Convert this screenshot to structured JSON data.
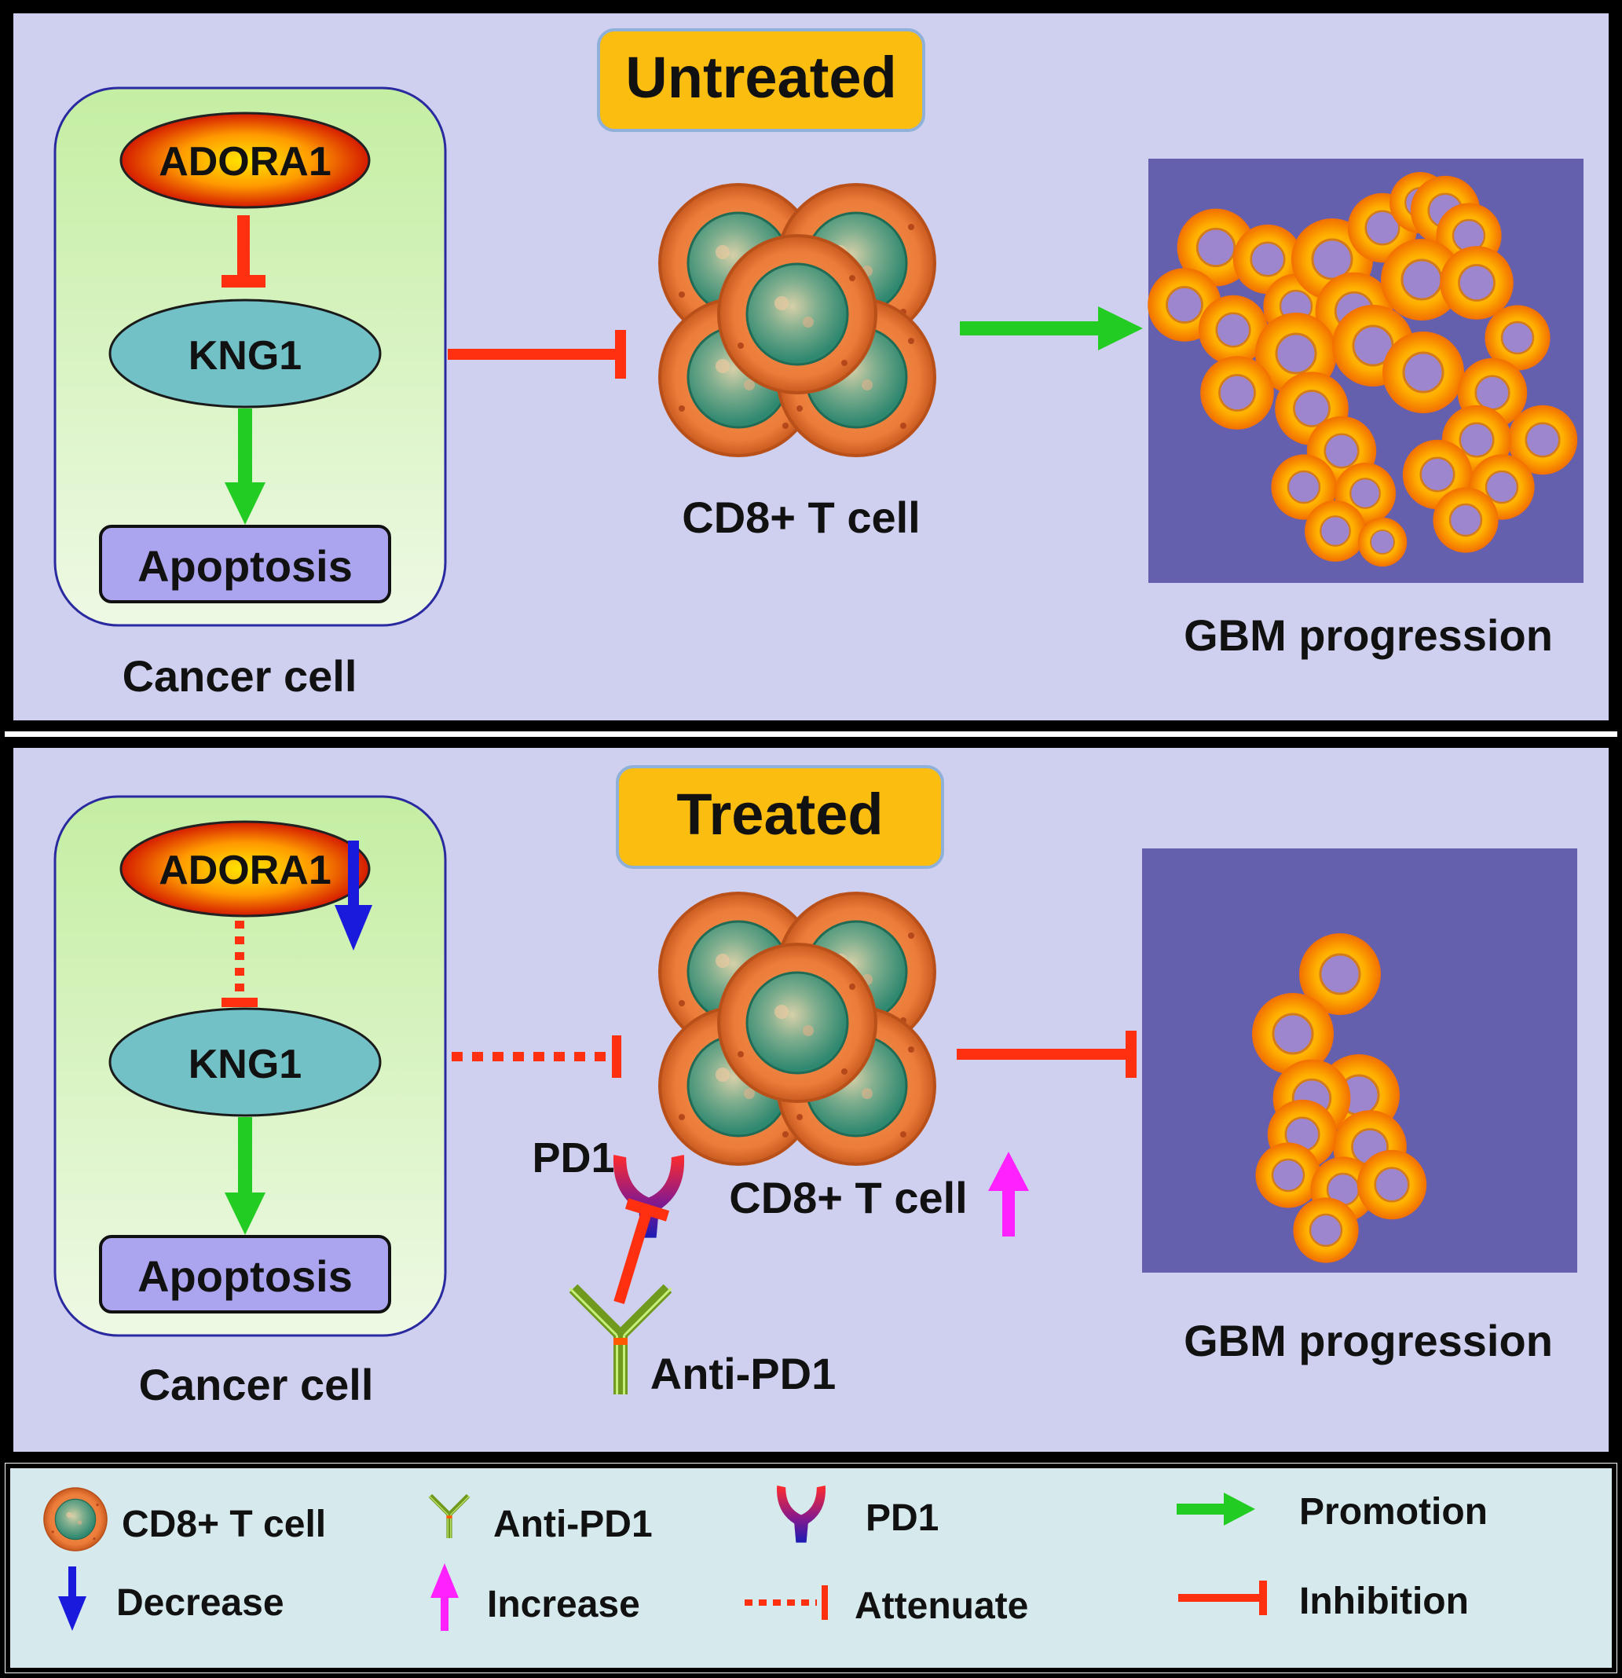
{
  "colors": {
    "panel_bg": "#cfd0ef",
    "legend_bg": "#d6e9ec",
    "frame": "#000000",
    "cell_box_fill_top": "#c4eea2",
    "cell_box_fill_bottom": "#eef9e4",
    "cell_box_stroke": "#2a2aa0",
    "badge_fill": "#fbbd10",
    "badge_stroke": "#8fb0d8",
    "kng1_fill": "#72c1c6",
    "apoptosis_fill": "#aaa5ee",
    "tissue_bg": "#6560ad",
    "promotion": "#22cc22",
    "inhibition": "#ff3010",
    "decrease": "#1a1add",
    "increase": "#ff22ff",
    "tumor_outer": "#ff9a00",
    "tumor_core": "#9e86cf"
  },
  "icons": {
    "t_cell": "t-cell-cluster-icon",
    "antibody": "antibody-y-icon",
    "receptor": "pd1-receptor-icon",
    "tumor": "tumor-cell-icon"
  },
  "panels": {
    "untreated": {
      "badge": "Untreated",
      "adora1": "ADORA1",
      "kng1": "KNG1",
      "apoptosis": "Apoptosis",
      "cancer_cell": "Cancer cell",
      "t_cell": "CD8+ T cell",
      "gbm": "GBM progression"
    },
    "treated": {
      "badge": "Treated",
      "adora1": "ADORA1",
      "kng1": "KNG1",
      "apoptosis": "Apoptosis",
      "cancer_cell": "Cancer cell",
      "t_cell": "CD8+ T cell",
      "pd1": "PD1",
      "anti_pd1": "Anti-PD1",
      "gbm": "GBM progression"
    }
  },
  "legend": {
    "t_cell": "CD8+ T cell",
    "anti_pd1": "Anti-PD1",
    "pd1": "PD1",
    "promotion": "Promotion",
    "decrease": "Decrease",
    "increase": "Increase",
    "attenuate": "Attenuate",
    "inhibition": "Inhibition"
  }
}
